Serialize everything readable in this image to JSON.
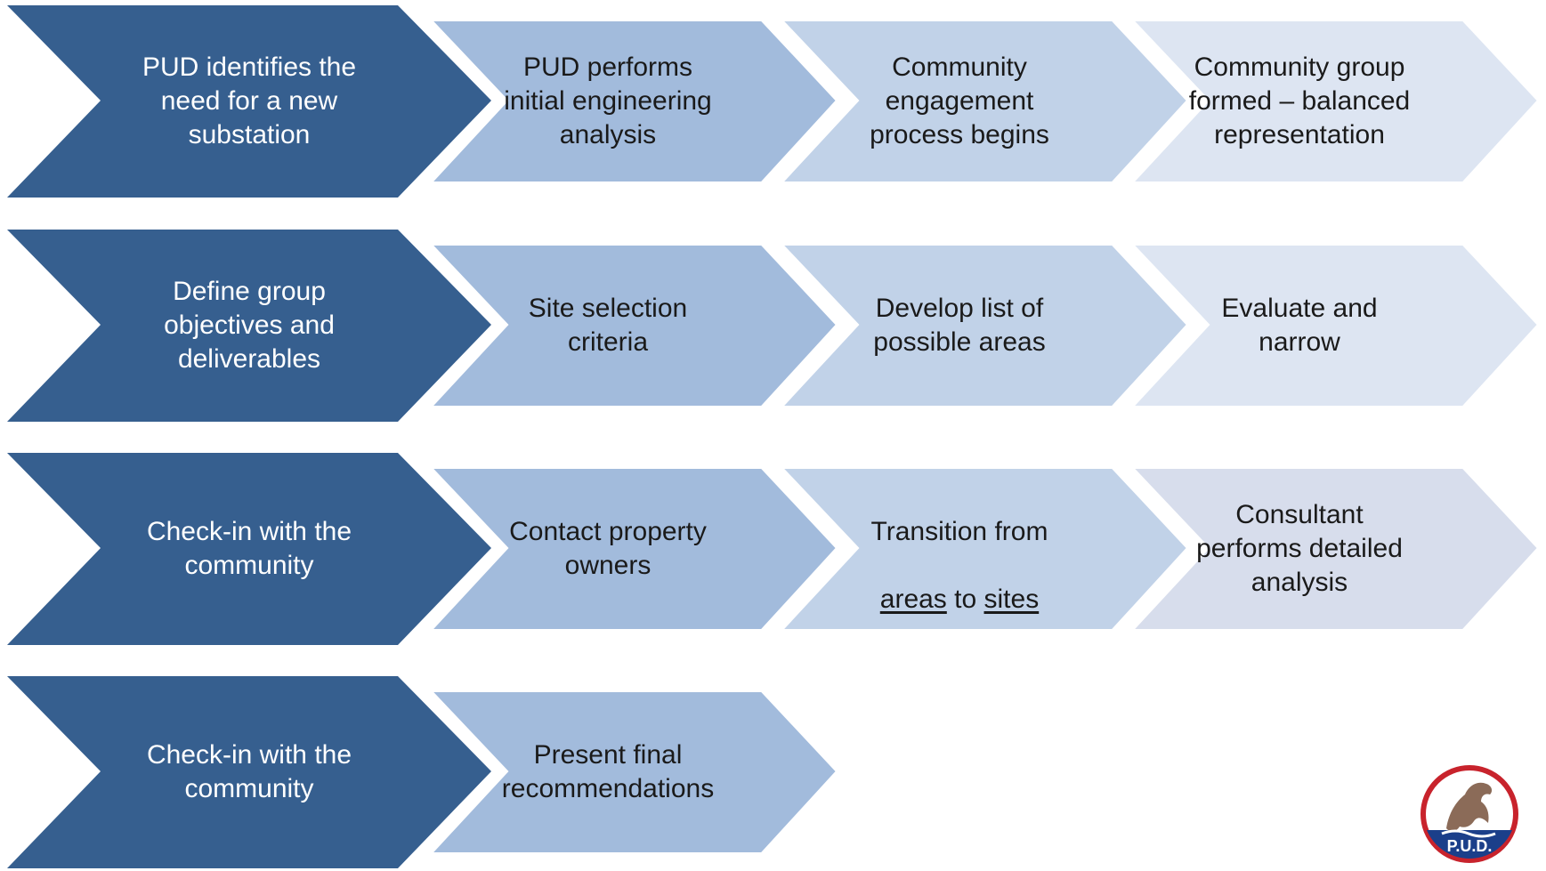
{
  "colors": {
    "lead": "#365f8f",
    "step2": "#a2bbdc",
    "step3": "#c1d2e8",
    "step4": "#dde5f2",
    "step4_row3": "#d7ddec",
    "border": "#ffffff",
    "text_dark": "#1a1a1a",
    "text_light": "#ffffff"
  },
  "rows": [
    {
      "steps": [
        {
          "text": "PUD identifies the\nneed for a new\nsubstation"
        },
        {
          "text": "PUD performs\ninitial engineering\nanalysis"
        },
        {
          "text": "Community\nengagement\nprocess begins"
        },
        {
          "text": "Community group\nformed – balanced\nrepresentation"
        }
      ]
    },
    {
      "steps": [
        {
          "text": "Define group\nobjectives and\ndeliverables"
        },
        {
          "text": "Site selection\ncriteria"
        },
        {
          "text": "Develop list of\npossible areas"
        },
        {
          "text": "Evaluate and\nnarrow"
        }
      ]
    },
    {
      "steps": [
        {
          "text": "Check-in with the\ncommunity"
        },
        {
          "text": "Contact property\nowners"
        },
        {
          "line1": "Transition from",
          "w1": "areas",
          "mid": " to ",
          "w2": "sites"
        },
        {
          "text": "Consultant\nperforms detailed\nanalysis"
        }
      ]
    },
    {
      "steps": [
        {
          "text": "Check-in with the\ncommunity"
        },
        {
          "text": "Present final\nrecommendations"
        }
      ]
    }
  ],
  "logo": {
    "text": "P.U.D.",
    "icon": "horse-logo-icon"
  }
}
